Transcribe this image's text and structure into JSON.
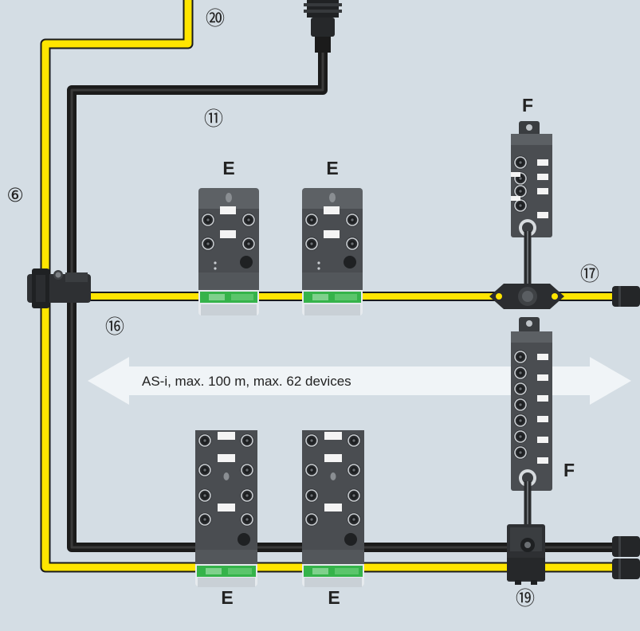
{
  "arrow_text": "AS-i, max. 100 m, max. 62 devices",
  "labels": {
    "e_top_1": "E",
    "e_top_2": "E",
    "e_bottom_1": "E",
    "e_bottom_2": "E",
    "f_top": "F",
    "f_bottom": "F"
  },
  "callouts": {
    "n20": "⑳",
    "n11": "⑪",
    "n6": "⑥",
    "n16": "⑯",
    "n17": "⑰",
    "n19": "⑲"
  },
  "colors": {
    "background": "#d4dde4",
    "yellow_cable": "#ffe500",
    "black_cable": "#1b1b1b",
    "module_body": "#4a4d51",
    "module_top": "#5c6064",
    "green_label": "#35b34a",
    "arrow": "#f3f6f8"
  }
}
